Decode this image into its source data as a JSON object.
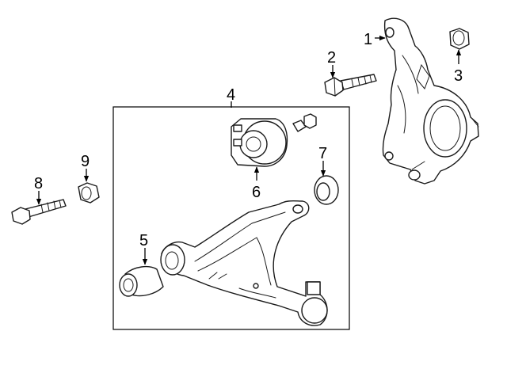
{
  "callouts": {
    "c1": "1",
    "c2": "2",
    "c3": "3",
    "c4": "4",
    "c5": "5",
    "c6": "6",
    "c7": "7",
    "c8": "8",
    "c9": "9"
  },
  "colors": {
    "ink": "#1a1a1a",
    "background": "#ffffff"
  }
}
